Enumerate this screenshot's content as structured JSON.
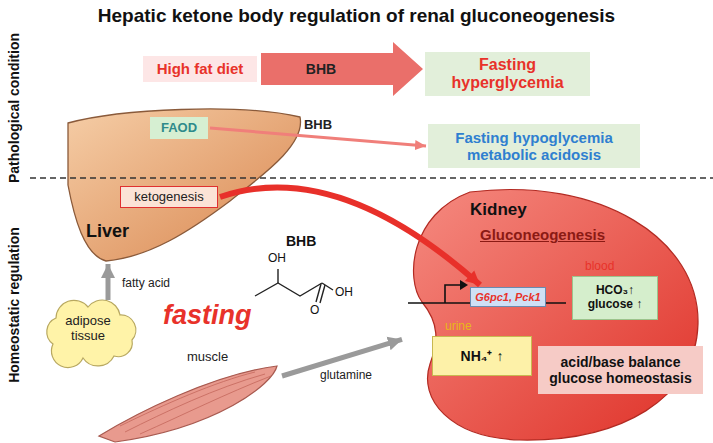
{
  "diagram": {
    "title": "Hepatic ketone body regulation of renal gluconeogenesis",
    "nodes": [
      {
        "text": [
          "High fat diet"
        ]
      },
      {
        "text": [
          "Fasting hyperglycemia"
        ]
      },
      {
        "text": [
          "Liver"
        ]
      },
      {
        "text": [
          "FAOD"
        ],
        "in": 2
      },
      {
        "text": [
          "ketogenesis"
        ],
        "in": 2
      },
      {
        "text": [
          "Fasting hypoglycemia metabolic acidosis"
        ]
      },
      {
        "text": [
          "adipose tissue"
        ]
      },
      {
        "text": [
          "muscle"
        ]
      },
      {
        "text": [
          "Kidney",
          "Gluconeogenesis"
        ]
      },
      {
        "text": [
          "G6pc1, Pck1"
        ],
        "in": 8
      },
      {
        "text": [
          "blood",
          "HCO₃↑ glucose ↑"
        ],
        "in": 8
      },
      {
        "text": [
          "urine",
          "NH₄⁺ ↑"
        ],
        "in": 8
      },
      {
        "text": [
          "acid/base balance glucose homeostasis"
        ],
        "in": 8
      }
    ],
    "edges": [
      {
        "from": 0,
        "to": 1,
        "label": "BHB",
        "arrow": "to"
      },
      {
        "from": 3,
        "to": 5,
        "label": "BHB",
        "arrow": "to"
      },
      {
        "from": 4,
        "to": 9,
        "arrow": "to"
      },
      {
        "from": 6,
        "to": 2,
        "label": "fatty acid",
        "arrow": "to"
      },
      {
        "from": 7,
        "to": 8,
        "label": "glutamine",
        "arrow": "to"
      }
    ],
    "labels": [
      "Pathological condition",
      "Homeostatic regulation",
      "BHB",
      "OH",
      "O",
      "OH",
      "fasting"
    ]
  }
}
